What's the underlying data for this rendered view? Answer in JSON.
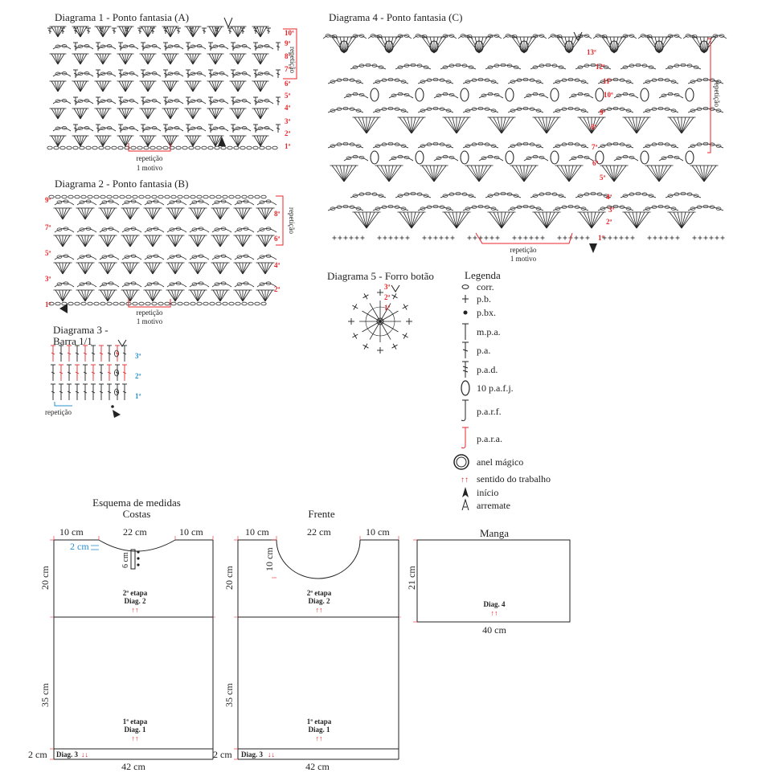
{
  "diagram1": {
    "title": "Diagrama 1 - Ponto fantasia (A)",
    "rows": [
      "10ª",
      "9ª",
      "8ª",
      "7ª",
      "6ª",
      "5ª",
      "4ª",
      "3ª",
      "2ª",
      "1ª"
    ],
    "side_label": "repetição",
    "bottom_label_1": "repetição",
    "bottom_label_2": "1 motivo"
  },
  "diagram2": {
    "title": "Diagrama 2 - Ponto fantasia (B)",
    "left_rows": [
      "9ª",
      "7ª",
      "5ª",
      "3ª",
      "1ª"
    ],
    "right_rows": [
      "8ª",
      "6ª",
      "4ª",
      "2ª"
    ],
    "side_label": "repetição",
    "bottom_label_1": "repetição",
    "bottom_label_2": "1 motivo"
  },
  "diagram3": {
    "title_1": "Diagrama 3 -",
    "title_2": "Barra 1/1",
    "rows": [
      "3ª",
      "2ª",
      "1ª"
    ],
    "bottom_label": "repetição"
  },
  "diagram4": {
    "title": "Diagrama 4 - Ponto fantasia (C)",
    "rows": [
      "13ª",
      "12ª",
      "11ª",
      "10ª",
      "9ª",
      "8ª",
      "7ª",
      "6ª",
      "5ª",
      "4ª",
      "3ª",
      "2ª",
      "1ª"
    ],
    "side_label": "repetição",
    "bottom_label_1": "repetição",
    "bottom_label_2": "1 motivo"
  },
  "diagram5": {
    "title": "Diagrama 5 - Forro botão",
    "rows": [
      "3ª",
      "2ª",
      "1ª"
    ]
  },
  "legend": {
    "title": "Legenda",
    "items": [
      {
        "icon": "chain-icon",
        "label": "corr."
      },
      {
        "icon": "single-crochet-icon",
        "label": "p.b."
      },
      {
        "icon": "slip-stitch-icon",
        "label": "p.bx."
      },
      {
        "icon": "half-double-crochet-icon",
        "label": "m.p.a."
      },
      {
        "icon": "double-crochet-icon",
        "label": "p.a."
      },
      {
        "icon": "treble-crochet-icon",
        "label": "p.a.d."
      },
      {
        "icon": "puff-stitch-icon",
        "label": "10 p.a.f.j."
      },
      {
        "icon": "front-post-icon",
        "label": "p.a.r.f."
      },
      {
        "icon": "back-post-icon",
        "label": "p.a.r.a."
      },
      {
        "icon": "magic-ring-icon",
        "label": "anel mágico"
      },
      {
        "icon": "direction-arrows-icon",
        "label": "sentido do trabalho"
      },
      {
        "icon": "start-arrow-icon",
        "label": "início"
      },
      {
        "icon": "finish-arrow-icon",
        "label": "arremate"
      }
    ],
    "colors": {
      "red": "#e8262a",
      "blue": "#2a8fd0"
    }
  },
  "schematic": {
    "title": "Esquema de medidas",
    "costas": {
      "title": "Costas",
      "top_left": "10 cm",
      "top_mid": "22 cm",
      "top_right": "10 cm",
      "neck_depth": "2 cm",
      "placket": "6 cm",
      "upper_height": "20 cm",
      "lower_height": "35 cm",
      "border": "2 cm",
      "stage2_1": "2ª etapa",
      "stage2_2": "Diag. 2",
      "stage1_1": "1ª etapa",
      "stage1_2": "Diag. 1",
      "diag3": "Diag. 3",
      "width": "42 cm",
      "arrows_up": "↑↑",
      "arrows_down": "↓↓"
    },
    "frente": {
      "title": "Frente",
      "top_left": "10 cm",
      "top_mid": "22 cm",
      "top_right": "10 cm",
      "neck_depth": "10 cm",
      "upper_height": "20 cm",
      "lower_height": "35 cm",
      "border": "2 cm",
      "stage2_1": "2ª etapa",
      "stage2_2": "Diag. 2",
      "stage1_1": "1ª etapa",
      "stage1_2": "Diag. 1",
      "diag3": "Diag. 3",
      "width": "42 cm",
      "arrows_up": "↑↑",
      "arrows_down": "↓↓"
    },
    "manga": {
      "title": "Manga",
      "height": "21 cm",
      "label": "Diag. 4",
      "arrows_up": "↑↑",
      "width": "40 cm"
    }
  }
}
